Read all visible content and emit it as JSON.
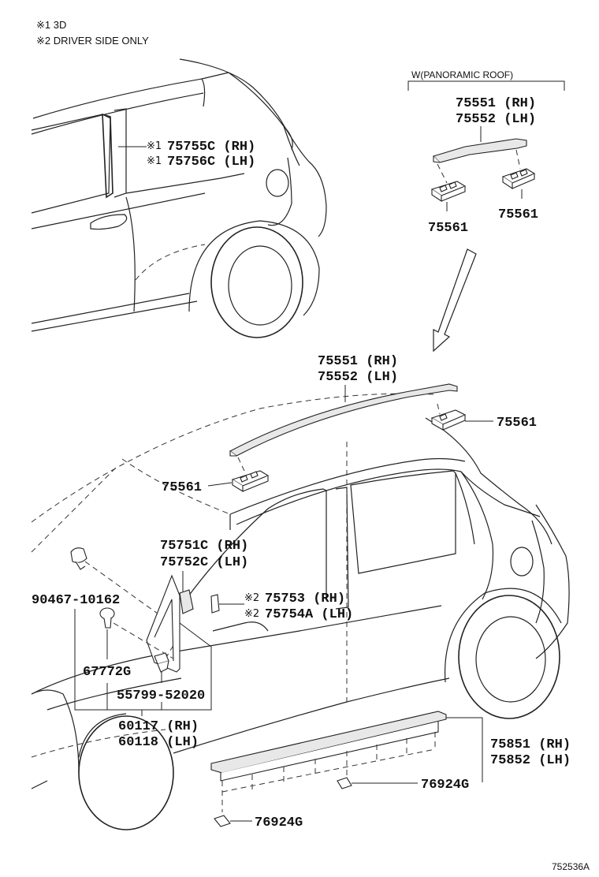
{
  "notes": {
    "note1": "※1 3D",
    "note2": "※2 DRIVER SIDE ONLY"
  },
  "panoramic": {
    "label": "W(PANORAMIC ROOF)",
    "rail_rh": "75551 (RH)",
    "rail_lh": "75552 (LH)",
    "clip_left": "75561",
    "clip_right": "75561"
  },
  "main": {
    "rail_rh": "75551 (RH)",
    "rail_lh": "75552 (LH)",
    "clip_right": "75561",
    "clip_left": "75561",
    "mould_3d_rh_mark": "※1",
    "mould_3d_rh": "75755C (RH)",
    "mould_3d_lh_mark": "※1",
    "mould_3d_lh": "75756C (LH)",
    "mould_c_rh": "75751C (RH)",
    "mould_c_lh": "75752C (LH)",
    "mould_d_rh_mark": "※2",
    "mould_d_rh": "75753 (RH)",
    "mould_d_lh_mark": "※2",
    "mould_d_lh": "75754A (LH)",
    "screw": "90467-10162",
    "clip_67772": "67772G",
    "clip_55799": "55799-52020",
    "cover_rh": "60117 (RH)",
    "cover_lh": "60118 (LH)",
    "rocker_rh": "75851 (RH)",
    "rocker_lh": "75852 (LH)",
    "rocker_clip_right": "76924G",
    "rocker_clip_left": "76924G"
  },
  "reference_code": "752536A"
}
